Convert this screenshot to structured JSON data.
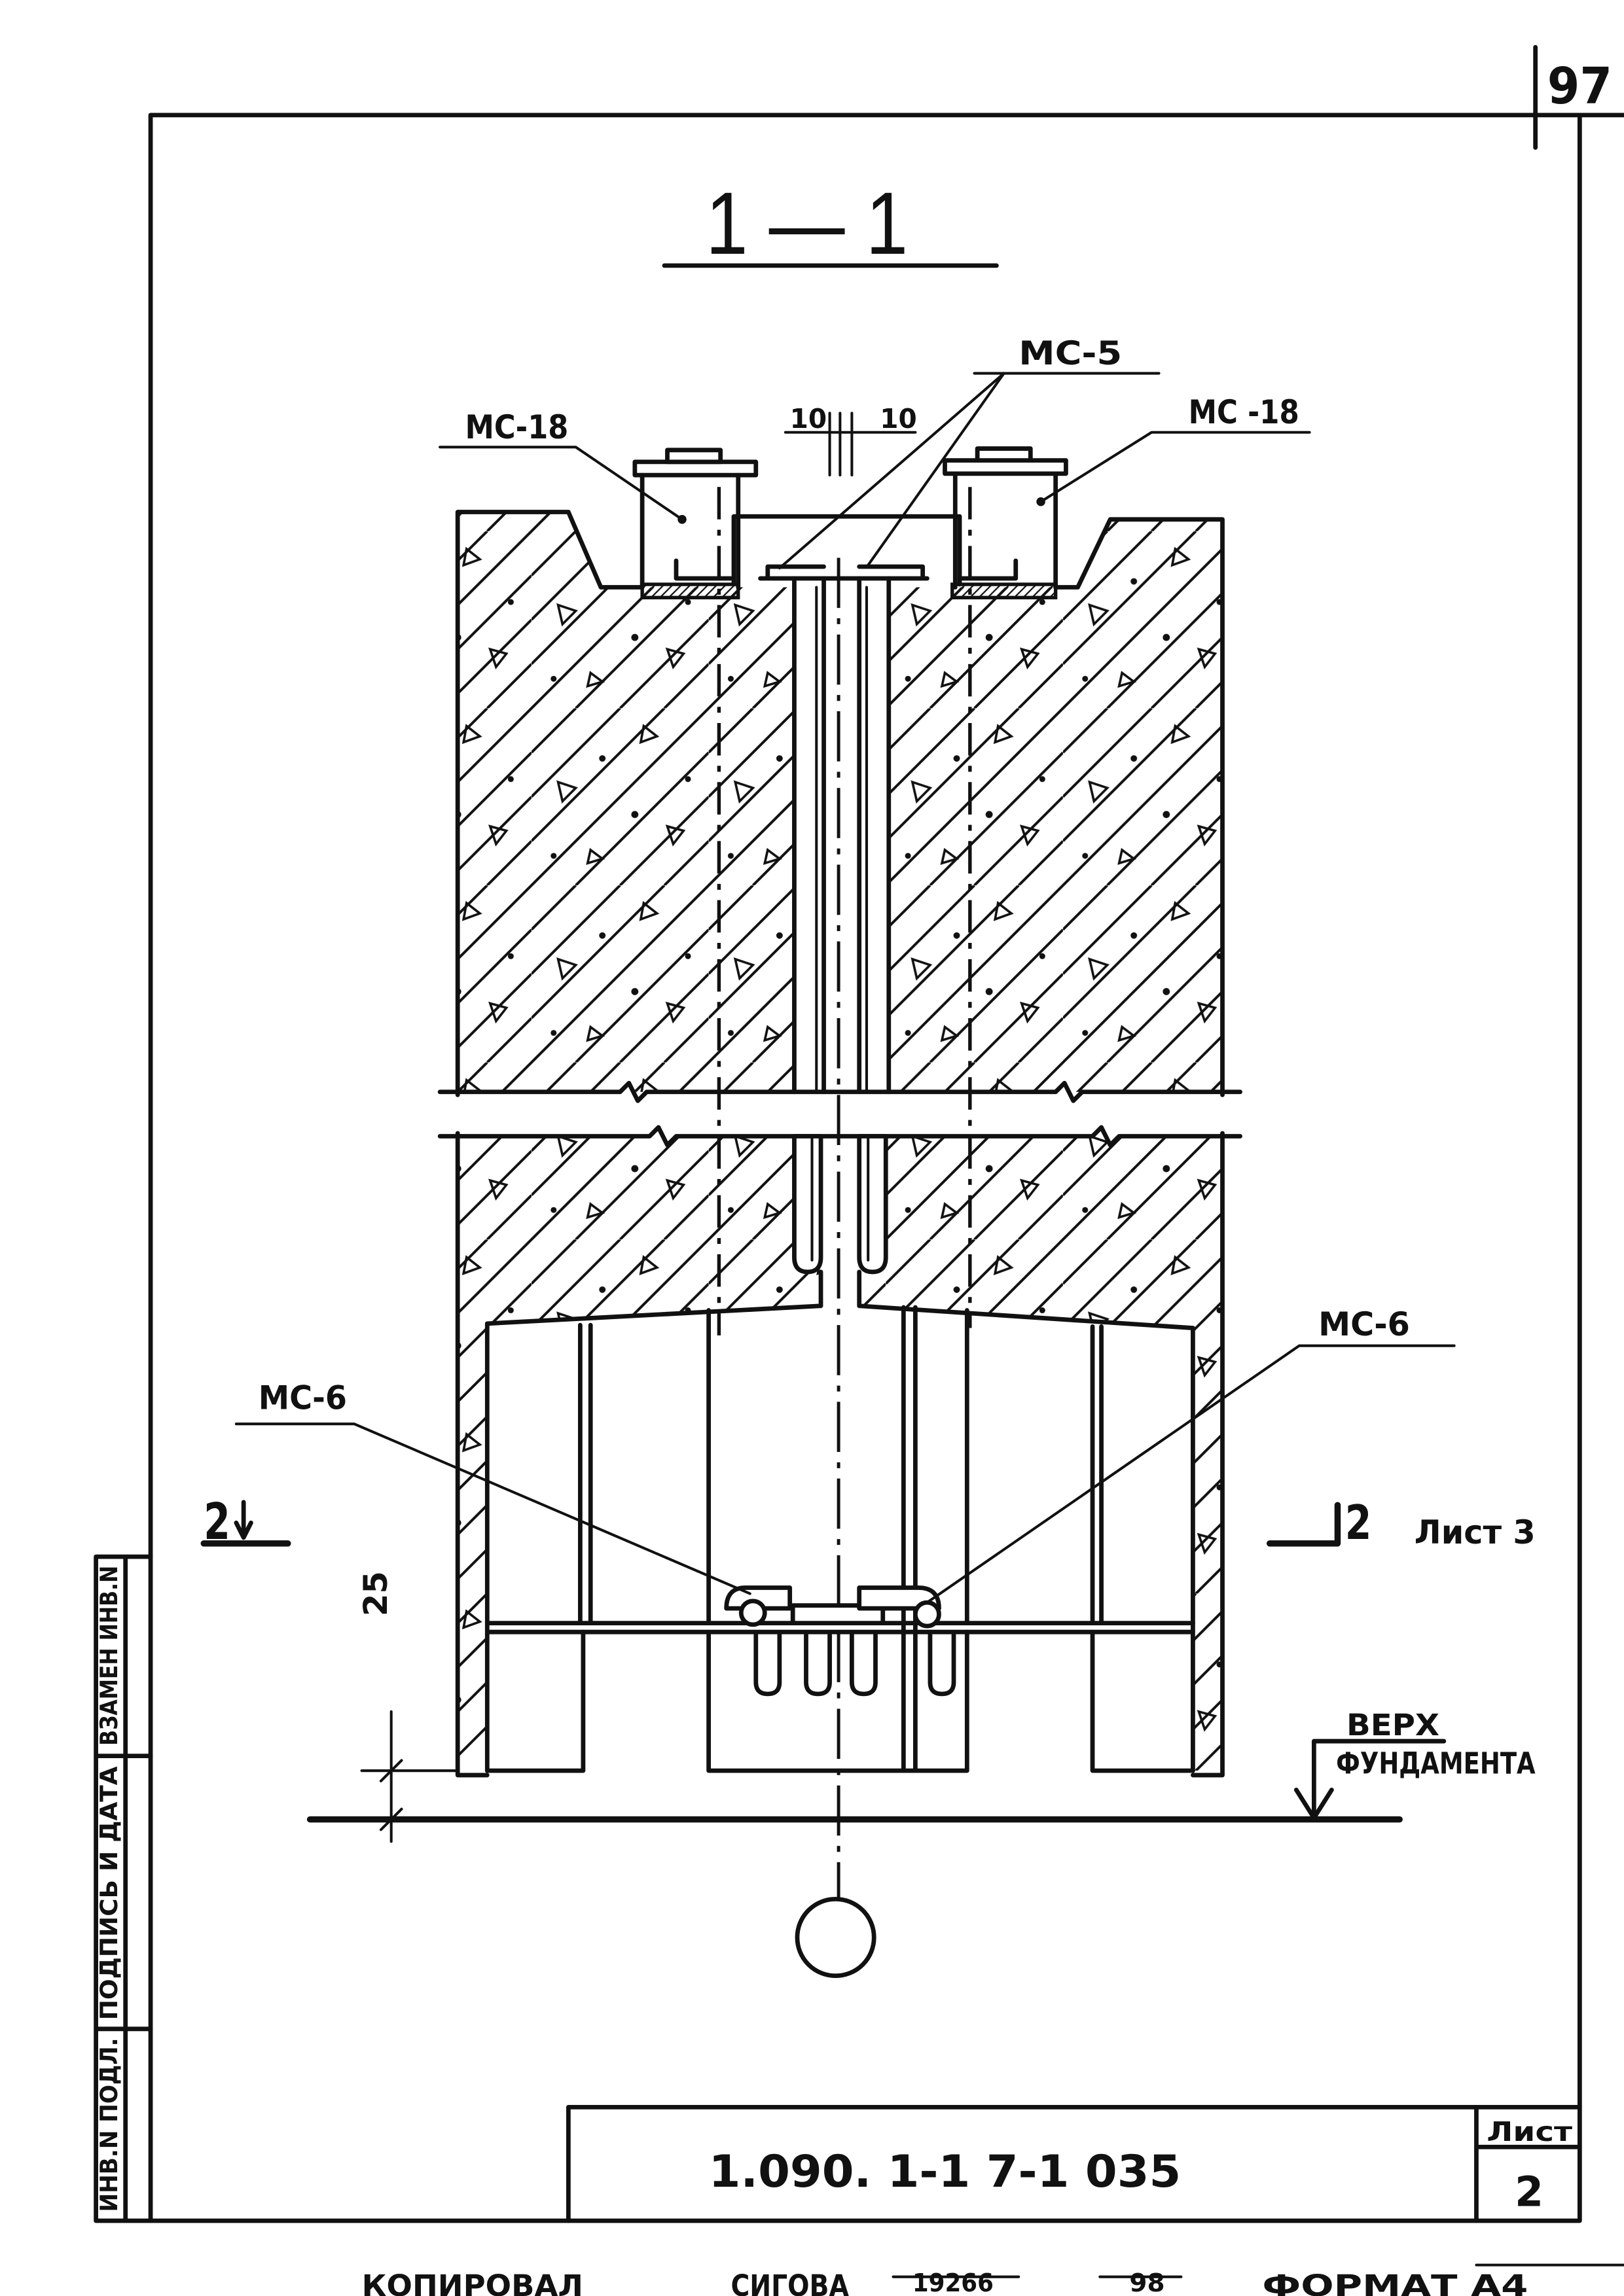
{
  "sheet": {
    "page_number": "97",
    "section_title": "1 — 1",
    "drawing_code": "1.090. 1-1 7-1 035",
    "sheet_label": "Лист",
    "sheet_number": "2"
  },
  "labels": {
    "mc18_left": "МС-18",
    "mc5": "МС-5",
    "mc18_right": "МС -18",
    "mc6_left": "МС-6",
    "mc6_right": "МС-6",
    "dim_10_left": "10",
    "dim_10_right": "10",
    "dim_25": "25",
    "section_mark_left": "2",
    "section_mark_right": "2",
    "section_ref": "Лист 3",
    "level_line1": "ВЕРХ",
    "level_line2": "ФУНДАМЕНТА"
  },
  "side_stamp": {
    "inv_orig": "ИНВ.N ПОДЛ.",
    "signature_date": "ПОДПИСЬ И ДАТА",
    "replaced_inv": "ВЗАМЕН ИНВ.N"
  },
  "footer": {
    "copied_label": "КОПИРОВАЛ",
    "copied_by": "СИГОВА",
    "order_number": "19266",
    "order_extra": "98",
    "format": "ФОРМАТ А4"
  }
}
